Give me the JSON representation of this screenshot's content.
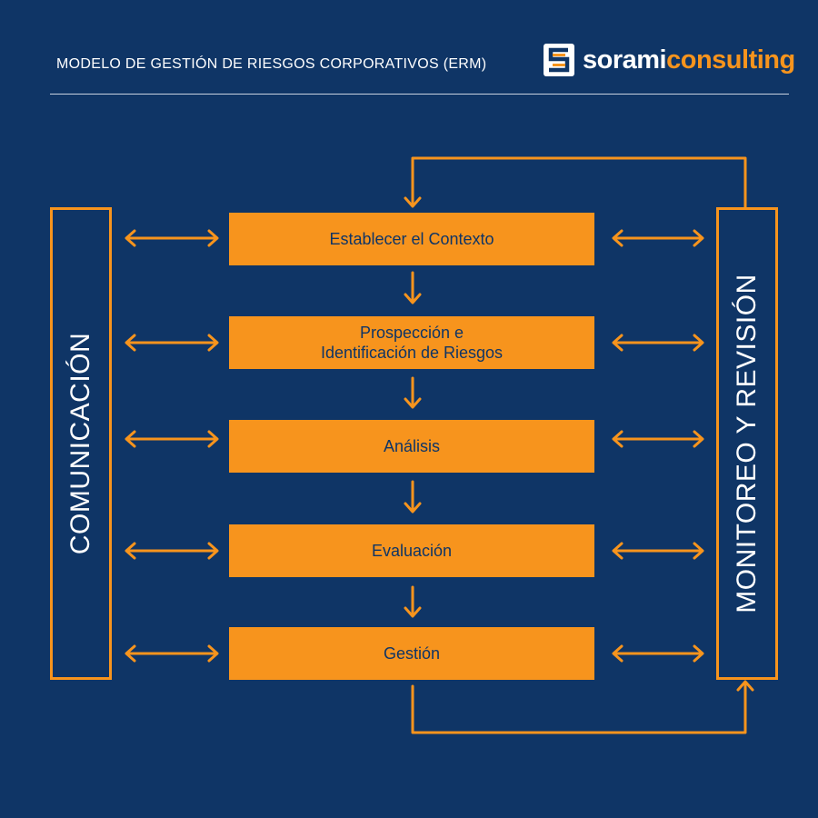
{
  "header": {
    "title": "MODELO DE GESTIÓN DE RIESGOS CORPORATIVOS (ERM)"
  },
  "logo": {
    "text_primary": "sorami",
    "text_accent": "consulting"
  },
  "colors": {
    "background": "#0f3566",
    "accent": "#f7941d",
    "text_light": "#ffffff"
  },
  "left_panel": {
    "label": "COMUNICACIÓN"
  },
  "right_panel": {
    "label": "MONITOREO Y REVISIÓN"
  },
  "steps": [
    {
      "label": "Establecer el Contexto"
    },
    {
      "label_line1": "Prospección e",
      "label_line2": "Identificación de Riesgos"
    },
    {
      "label": "Análisis"
    },
    {
      "label": "Evaluación"
    },
    {
      "label": "Gestión"
    }
  ]
}
